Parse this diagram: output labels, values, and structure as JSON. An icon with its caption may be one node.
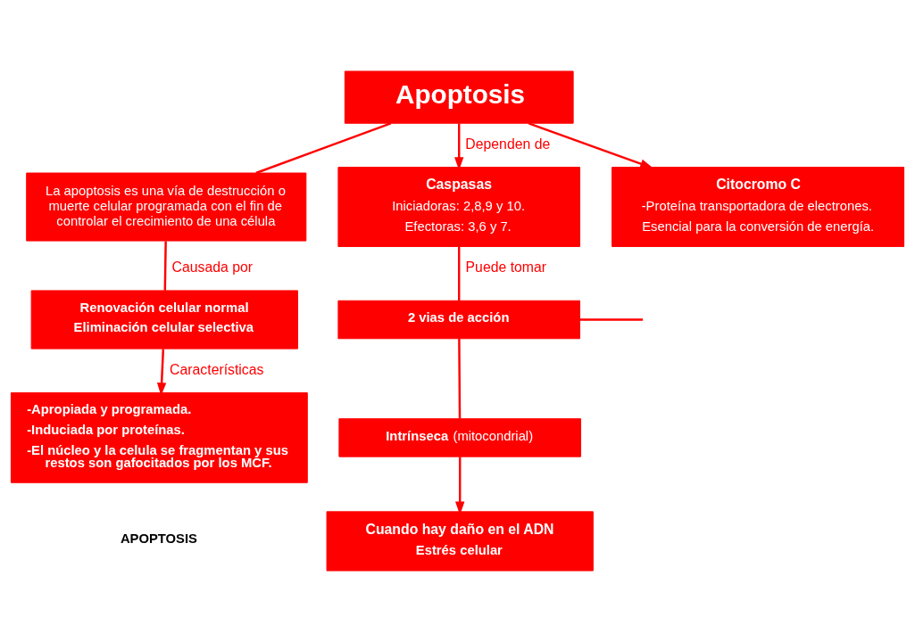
{
  "diagram": {
    "nodes": [
      {
        "text": [
          "Apoptosis"
        ]
      },
      {
        "text": [
          "La apoptosis es una vía de destrucción o muerte celular programada con el fin de controlar el crecimiento de una célula"
        ]
      },
      {
        "text": [
          "Renovación celular normal",
          "Eliminación celular selectiva"
        ]
      },
      {
        "text": [
          "-Apropiada y programada.",
          "-Induciada por proteínas.",
          "-El núcleo y la celula se fragmentan y sus restos son gafocitados por los MCF."
        ]
      },
      {
        "text": [
          "Caspasas",
          "Iniciadoras: 2,8,9 y 10.",
          "Efectoras: 3,6 y 7."
        ]
      },
      {
        "text": [
          "2 vias de acción"
        ]
      },
      {
        "text": [
          "**Intrínseca** (mitocondrial)"
        ]
      },
      {
        "text": [
          "Cuando hay daño en el ADN",
          "Estrés celular"
        ]
      },
      {
        "text": [
          "Citocromo C",
          "-Proteína transportadora de electrones.",
          "Esencial para la conversión de energía."
        ]
      }
    ],
    "edges": [
      {
        "from": 0,
        "to": 4,
        "arrow": "to",
        "label": "Dependen de"
      },
      {
        "from": 0,
        "to": 8,
        "arrow": "to"
      },
      {
        "from": 0,
        "to": 1,
        "arrow": "none"
      },
      {
        "from": 1,
        "to": 2,
        "arrow": "none",
        "label": "Causada por"
      },
      {
        "from": 2,
        "to": 3,
        "arrow": "to",
        "label": "Características"
      },
      {
        "from": 4,
        "to": 5,
        "arrow": "none",
        "label": "Puede tomar"
      },
      {
        "from": 5,
        "to": 6,
        "arrow": "none"
      },
      {
        "from": 6,
        "to": 7,
        "arrow": "to"
      },
      {
        "from": 5,
        "to": null,
        "arrow": "none"
      }
    ],
    "labels": [
      "APOPTOSIS"
    ]
  }
}
